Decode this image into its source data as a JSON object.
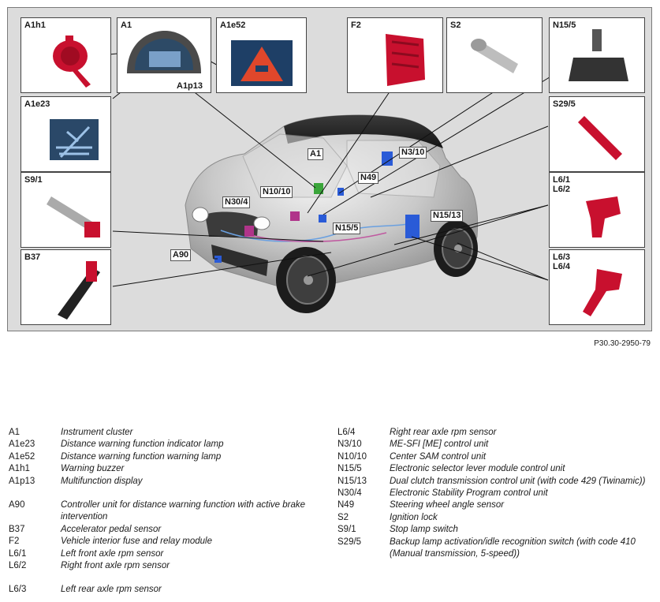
{
  "figure_ref": "P30.30-2950-79",
  "component_boxes": {
    "A1h1": "A1h1",
    "A1": "A1",
    "A1p13": "A1p13",
    "A1e52": "A1e52",
    "A1e23": "A1e23",
    "F2": "F2",
    "S2": "S2",
    "N15_5": "N15/5",
    "S29_5": "S29/5",
    "S9_1": "S9/1",
    "B37": "B37",
    "L6_1": "L6/1",
    "L6_2": "L6/2",
    "L6_3": "L6/3",
    "L6_4": "L6/4"
  },
  "callouts": {
    "A1": "A1",
    "N3_10": "N3/10",
    "N49": "N49",
    "N10_10": "N10/10",
    "N30_4": "N30/4",
    "N15_5": "N15/5",
    "N15_13": "N15/13",
    "A90": "A90"
  },
  "colors": {
    "component_red": "#c8102e",
    "warning_lamp_bg": "#1e3f66",
    "warning_triangle": "#e0472b",
    "indicator_lamp_bg": "#2a4868",
    "control_unit_blue": "#2a5bd7",
    "control_unit_magenta": "#b0348a",
    "a1_green": "#3aa53a",
    "background": "#dcdcdc"
  },
  "legend_left": [
    {
      "code": "A1",
      "desc": "Instrument cluster"
    },
    {
      "code": "A1e23",
      "desc": "Distance warning function indicator lamp"
    },
    {
      "code": "A1e52",
      "desc": "Distance warning function warning lamp"
    },
    {
      "code": "A1h1",
      "desc": "Warning buzzer"
    },
    {
      "code": "A1p13",
      "desc": "Multifunction display"
    },
    {
      "code": "A90",
      "desc": "Controller unit for distance warning function with active brake intervention"
    },
    {
      "code": "B37",
      "desc": "Accelerator pedal sensor"
    },
    {
      "code": "F2",
      "desc": "Vehicle interior fuse and relay module"
    },
    {
      "code": "L6/1",
      "desc": "Left front axle rpm sensor"
    },
    {
      "code": "L6/2",
      "desc": "Right front axle rpm sensor"
    },
    {
      "code": "L6/3",
      "desc": "Left rear axle rpm sensor"
    }
  ],
  "legend_right": [
    {
      "code": "L6/4",
      "desc": "Right rear axle rpm sensor"
    },
    {
      "code": "N3/10",
      "desc": "ME-SFI [ME] control unit"
    },
    {
      "code": "N10/10",
      "desc": "Center SAM control unit"
    },
    {
      "code": "N15/5",
      "desc": "Electronic selector lever module control unit"
    },
    {
      "code": "N15/13",
      "desc": "Dual clutch transmission control unit (with code 429 (Twinamic))"
    },
    {
      "code": "N30/4",
      "desc": "Electronic Stability Program control unit"
    },
    {
      "code": "N49",
      "desc": "Steering wheel angle sensor"
    },
    {
      "code": "S2",
      "desc": "Ignition lock"
    },
    {
      "code": "S9/1",
      "desc": "Stop lamp switch"
    },
    {
      "code": "S29/5",
      "desc": "Backup lamp activation/idle recognition switch (with code 410 (Manual transmission, 5-speed))"
    }
  ]
}
